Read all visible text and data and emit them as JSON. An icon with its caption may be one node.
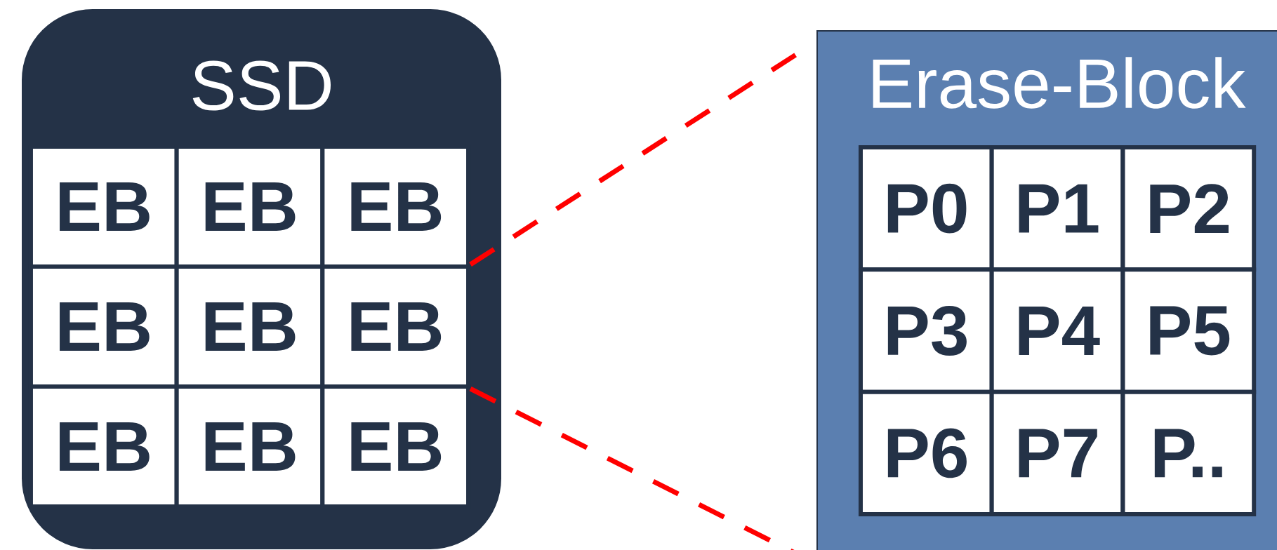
{
  "diagram": {
    "nodes": [
      {
        "text": [
          "SSD"
        ]
      },
      {
        "text": [
          "EB"
        ],
        "in": 0
      },
      {
        "text": [
          "EB"
        ],
        "in": 0
      },
      {
        "text": [
          "EB"
        ],
        "in": 0
      },
      {
        "text": [
          "EB"
        ],
        "in": 0
      },
      {
        "text": [
          "EB"
        ],
        "in": 0
      },
      {
        "text": [
          "EB"
        ],
        "in": 0
      },
      {
        "text": [
          "EB"
        ],
        "in": 0
      },
      {
        "text": [
          "EB"
        ],
        "in": 0
      },
      {
        "text": [
          "EB"
        ],
        "in": 0
      },
      {
        "text": [
          "Erase-Block"
        ]
      },
      {
        "text": [
          "P0"
        ],
        "in": 10
      },
      {
        "text": [
          "P1"
        ],
        "in": 10
      },
      {
        "text": [
          "P2"
        ],
        "in": 10
      },
      {
        "text": [
          "P3"
        ],
        "in": 10
      },
      {
        "text": [
          "P4"
        ],
        "in": 10
      },
      {
        "text": [
          "P5"
        ],
        "in": 10
      },
      {
        "text": [
          "P6"
        ],
        "in": 10
      },
      {
        "text": [
          "P7"
        ],
        "in": 10
      },
      {
        "text": [
          "P.."
        ],
        "in": 10
      }
    ],
    "edges": [
      {
        "from": 6,
        "to": 10,
        "arrow": "none",
        "style": "dashed",
        "color": "#ff0000"
      },
      {
        "from": 6,
        "to": 10,
        "arrow": "none",
        "style": "dashed",
        "color": "#ff0000"
      }
    ]
  }
}
